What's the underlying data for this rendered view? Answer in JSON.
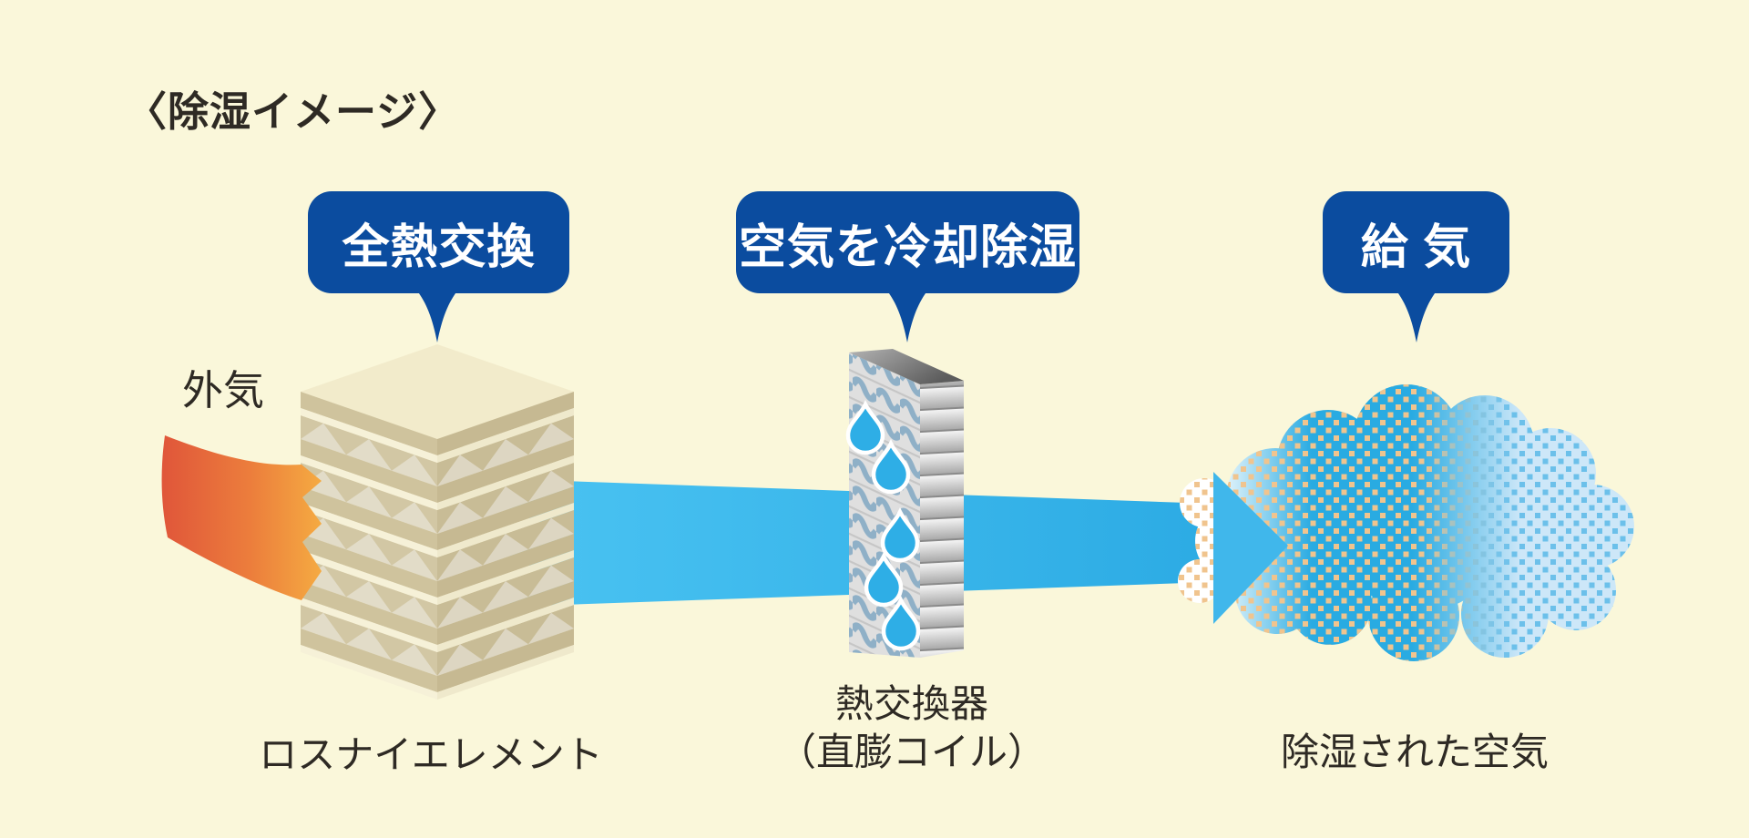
{
  "title": "〈除湿イメージ〉",
  "callouts": [
    {
      "label": "全熱交換"
    },
    {
      "label": "空気を冷却除湿"
    },
    {
      "label": "給 気"
    }
  ],
  "labels": {
    "outside_air": "外気",
    "lossnay_element": "ロスナイエレメント",
    "heat_exchanger": "熱交換器",
    "heat_exchanger_sub": "（直膨コイル）",
    "dehumidified_air": "除湿された空気"
  },
  "colors": {
    "background": "#FAF7DA",
    "callout_blue": "#0B4C9F",
    "flow_blue": "#29ABE2",
    "flow_blue_light": "#4AC3F2",
    "arrow_head": "#40B7EB",
    "warm_red": "#E0563A",
    "warm_orange": "#F5AC42",
    "cloud_light": "#CDE7F8",
    "dot_tan": "#F0C48E",
    "dot_blue": "#6CC0EA",
    "element_cream": "#F2EBCB",
    "element_tan": "#CFC39D",
    "coil_wave_gray": "#8FB0C7",
    "text_dark": "#2E2A24"
  }
}
